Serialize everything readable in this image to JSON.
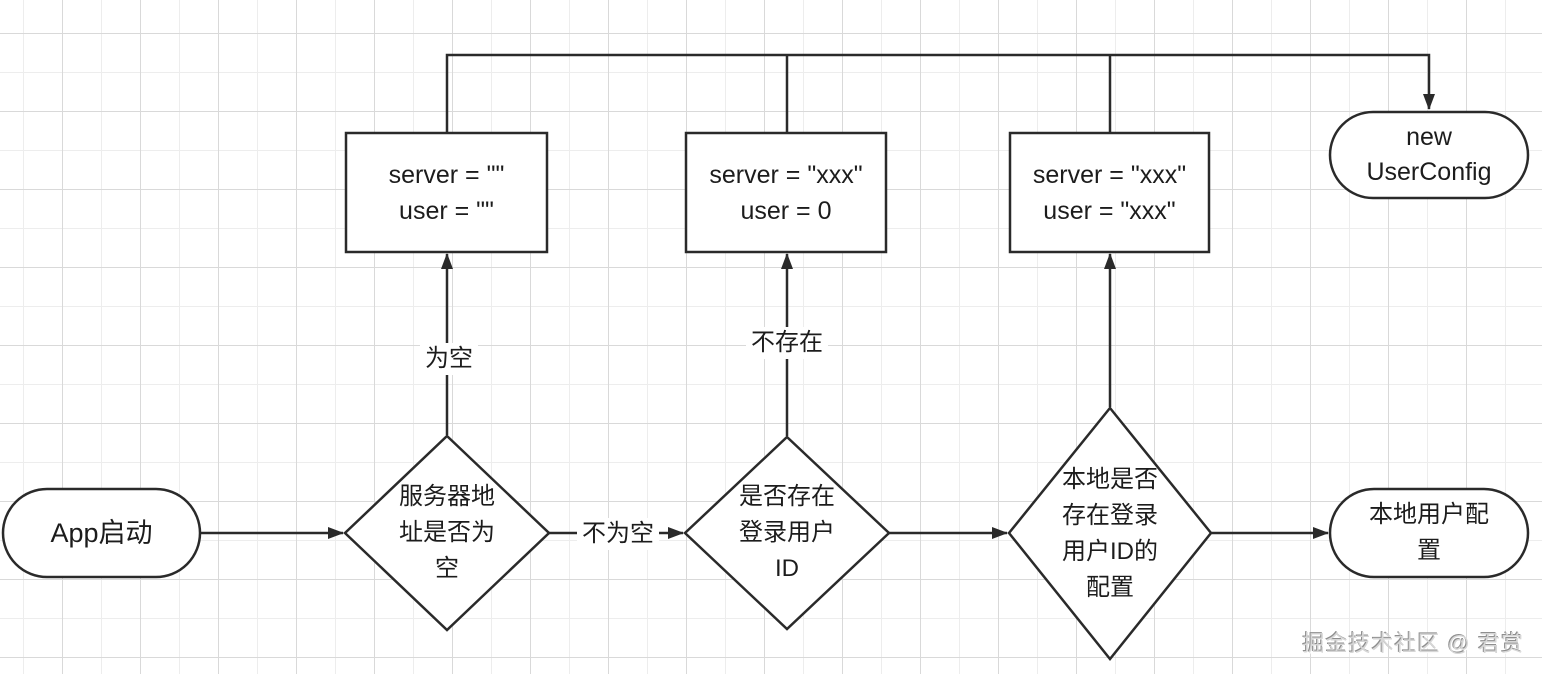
{
  "diagram": {
    "nodes": {
      "start": {
        "label": "App启动"
      },
      "decision_server_empty": {
        "label": "服务器地\n址是否为\n空"
      },
      "decision_login_user_id": {
        "label": "是否存在\n登录用户\nID"
      },
      "decision_local_config": {
        "label": "本地是否\n存在登录\n用户ID的\n配置"
      },
      "state_all_empty": {
        "label": "server = \"\"\nuser = \"\""
      },
      "state_user_zero": {
        "label": "server = \"xxx\"\nuser = 0"
      },
      "state_all_set": {
        "label": "server = \"xxx\"\nuser = \"xxx\""
      },
      "terminal_new_user_config": {
        "label": "new\nUserConfig"
      },
      "terminal_local_user_config": {
        "label": "本地用户配\n置"
      }
    },
    "edge_labels": {
      "is_empty": "为空",
      "not_empty": "不为空",
      "not_exists": "不存在"
    },
    "watermark": "掘金技术社区 @ 君赏",
    "colors": {
      "stroke": "#2a2a2a",
      "node_fill": "#ffffff",
      "grid_minor": "#ededed",
      "grid_major": "#d9d9d9",
      "watermark": "#d6d6d6"
    }
  }
}
